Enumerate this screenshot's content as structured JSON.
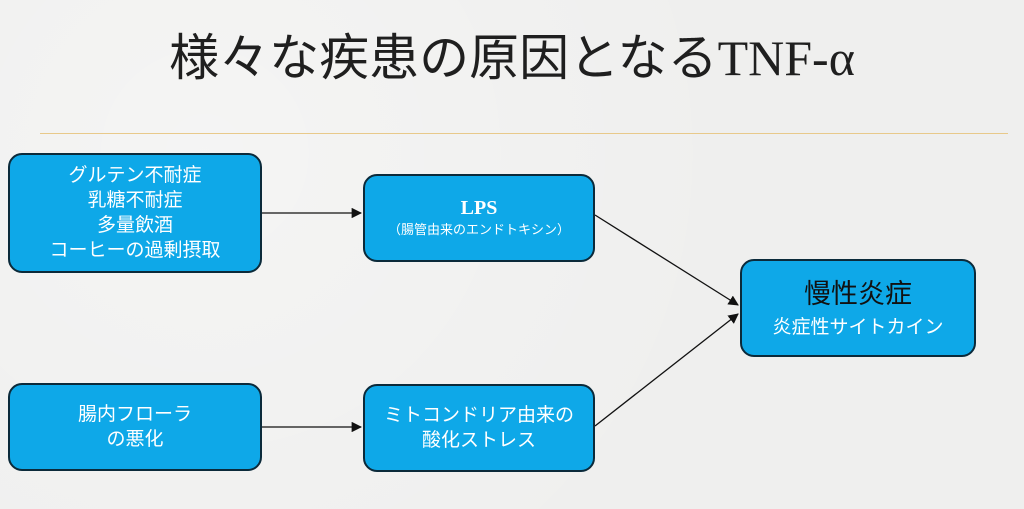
{
  "title": {
    "main": "様々な疾患の原因となる",
    "latin": "TNF-α"
  },
  "boxes": {
    "causes": {
      "lines": [
        "グルテン不耐症",
        "乳糖不耐症",
        "多量飲酒",
        "コーヒーの過剰摂取"
      ]
    },
    "flora": {
      "lines": [
        "腸内フローラ",
        "の悪化"
      ]
    },
    "lps": {
      "title": "LPS",
      "subtitle": "（腸管由来のエンドトキシン）"
    },
    "mito": {
      "lines": [
        "ミトコンドリア由来の",
        "酸化ストレス"
      ]
    },
    "chronic": {
      "title": "慢性炎症",
      "subtitle": "炎症性サイトカイン"
    }
  },
  "colors": {
    "box_fill": "#0ea8e8",
    "box_border": "#0b2a3a",
    "rule": "#e8c98a",
    "background": "#efefee"
  }
}
